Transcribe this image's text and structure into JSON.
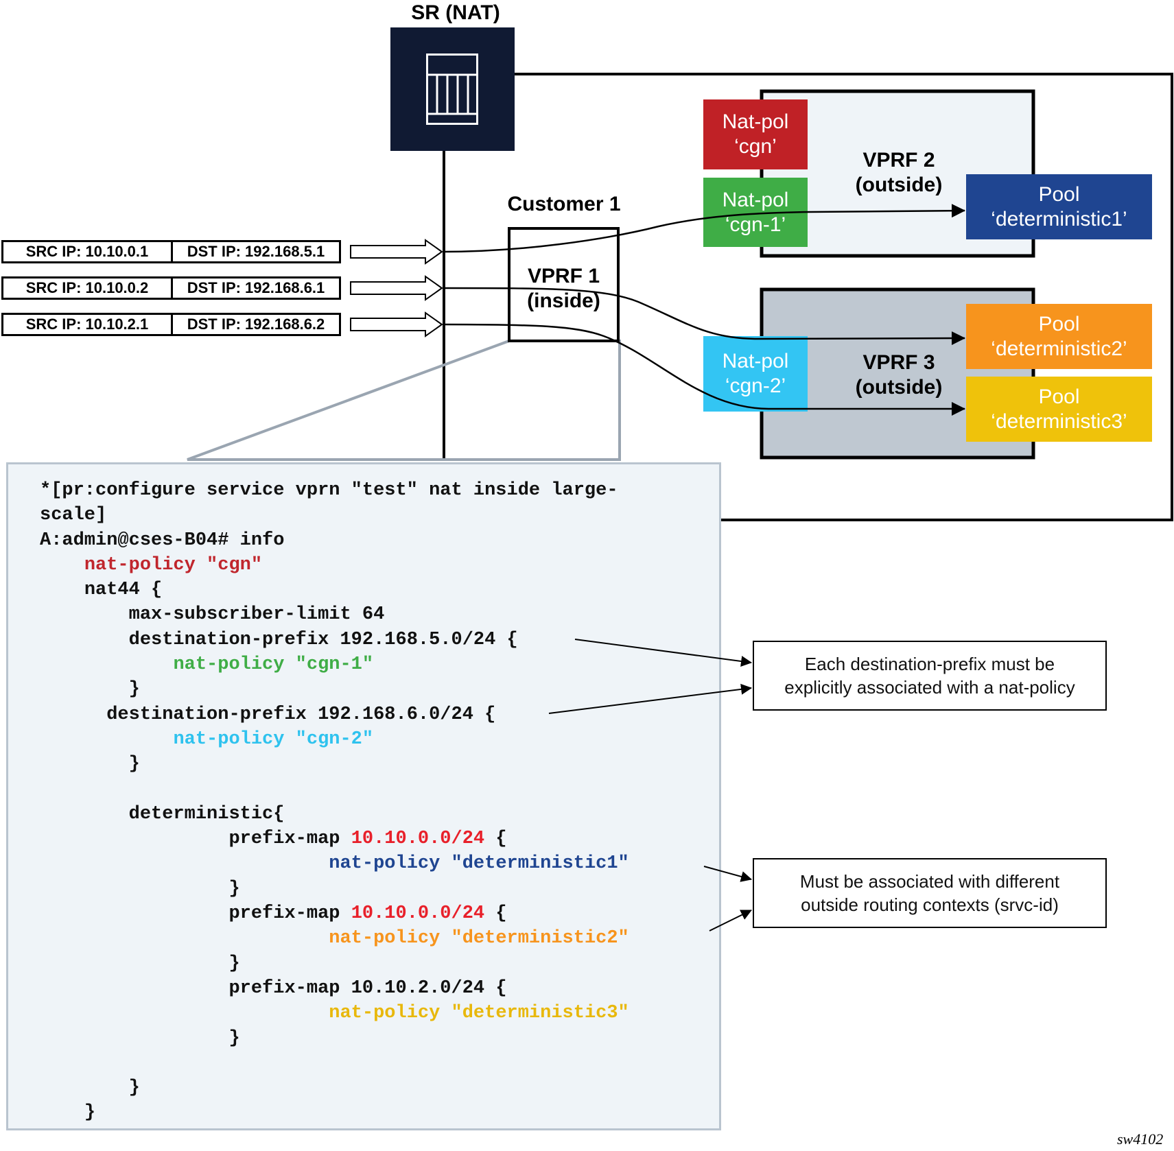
{
  "router": {
    "title": "SR (NAT)",
    "icon": "router-chassis-icon"
  },
  "customer": {
    "title": "Customer 1",
    "vprf_name": "VPRF 1",
    "vprf_role": "(inside)"
  },
  "flows": [
    {
      "src": "SRC IP: 10.10.0.1",
      "dst": "DST IP: 192.168.5.1",
      "target": "Pool 'deterministic1'"
    },
    {
      "src": "SRC IP: 10.10.0.2",
      "dst": "DST IP: 192.168.6.1",
      "target": "Pool 'deterministic2'"
    },
    {
      "src": "SRC IP: 10.10.2.1",
      "dst": "DST IP: 192.168.6.2",
      "target": "Pool 'deterministic3'"
    }
  ],
  "vprf2": {
    "name": "VPRF 2",
    "role": "(outside)",
    "natpols": [
      {
        "line1": "Nat-pol",
        "line2": "‘cgn’",
        "color": "#c02126"
      },
      {
        "line1": "Nat-pol",
        "line2": "‘cgn-1’",
        "color": "#3fad46"
      }
    ],
    "pools": [
      {
        "line1": "Pool",
        "line2": "‘deterministic1’",
        "color": "#1f4591"
      }
    ]
  },
  "vprf3": {
    "name": "VPRF 3",
    "role": "(outside)",
    "natpols": [
      {
        "line1": "Nat-pol",
        "line2": "‘cgn-2’",
        "color": "#33c5f3"
      }
    ],
    "pools": [
      {
        "line1": "Pool",
        "line2": "‘deterministic2’",
        "color": "#f7941d"
      },
      {
        "line1": "Pool",
        "line2": "‘deterministic3’",
        "color": "#efc20b"
      }
    ]
  },
  "code": {
    "lines": [
      {
        "indent": "",
        "segments": [
          {
            "text": "*[pr:configure service vprn \"test\" nat inside large-",
            "color": "default"
          }
        ]
      },
      {
        "indent": "",
        "segments": [
          {
            "text": "scale]",
            "color": "default"
          }
        ]
      },
      {
        "indent": "",
        "segments": [
          {
            "text": "A:admin@cses-B04# info",
            "color": "default"
          }
        ]
      },
      {
        "indent": "    ",
        "segments": [
          {
            "text": "nat-policy \"cgn\"",
            "color": "red"
          }
        ]
      },
      {
        "indent": "    ",
        "segments": [
          {
            "text": "nat44 {",
            "color": "default"
          }
        ]
      },
      {
        "indent": "        ",
        "segments": [
          {
            "text": "max-subscriber-limit 64",
            "color": "default"
          }
        ]
      },
      {
        "indent": "        ",
        "segments": [
          {
            "text": "destination-prefix 192.168.5.0/24 {",
            "color": "default"
          }
        ]
      },
      {
        "indent": "            ",
        "segments": [
          {
            "text": "nat-policy \"cgn-1\"",
            "color": "green"
          }
        ]
      },
      {
        "indent": "        ",
        "segments": [
          {
            "text": "}",
            "color": "default"
          }
        ]
      },
      {
        "indent": "      ",
        "segments": [
          {
            "text": "destination-prefix 192.168.6.0/24 {",
            "color": "default"
          }
        ]
      },
      {
        "indent": "            ",
        "segments": [
          {
            "text": "nat-policy \"cgn-2\"",
            "color": "cyan"
          }
        ]
      },
      {
        "indent": "        ",
        "segments": [
          {
            "text": "}",
            "color": "default"
          }
        ]
      },
      {
        "indent": "",
        "segments": [
          {
            "text": "",
            "color": "default"
          }
        ]
      },
      {
        "indent": "        ",
        "segments": [
          {
            "text": "deterministic{",
            "color": "default"
          }
        ]
      },
      {
        "indent": "                 ",
        "segments": [
          {
            "text": "prefix-map ",
            "color": "default"
          },
          {
            "text": "10.10.0.0/24",
            "color": "ip"
          },
          {
            "text": " {",
            "color": "default"
          }
        ]
      },
      {
        "indent": "                          ",
        "segments": [
          {
            "text": "nat-policy \"deterministic1\"",
            "color": "navy"
          }
        ]
      },
      {
        "indent": "                 ",
        "segments": [
          {
            "text": "}",
            "color": "default"
          }
        ]
      },
      {
        "indent": "                 ",
        "segments": [
          {
            "text": "prefix-map ",
            "color": "default"
          },
          {
            "text": "10.10.0.0/24",
            "color": "ip"
          },
          {
            "text": " {",
            "color": "default"
          }
        ]
      },
      {
        "indent": "                          ",
        "segments": [
          {
            "text": "nat-policy \"deterministic2\"",
            "color": "orange"
          }
        ]
      },
      {
        "indent": "                 ",
        "segments": [
          {
            "text": "}",
            "color": "default"
          }
        ]
      },
      {
        "indent": "                 ",
        "segments": [
          {
            "text": "prefix-map 10.10.2.0/24 {",
            "color": "default"
          }
        ]
      },
      {
        "indent": "                          ",
        "segments": [
          {
            "text": "nat-policy \"deterministic3\"",
            "color": "yellow"
          }
        ]
      },
      {
        "indent": "                 ",
        "segments": [
          {
            "text": "}",
            "color": "default"
          }
        ]
      },
      {
        "indent": "",
        "segments": [
          {
            "text": "",
            "color": "default"
          }
        ]
      },
      {
        "indent": "        ",
        "segments": [
          {
            "text": "}",
            "color": "default"
          }
        ]
      },
      {
        "indent": "    ",
        "segments": [
          {
            "text": "}",
            "color": "default"
          }
        ]
      }
    ]
  },
  "callouts": [
    {
      "line1": "Each destination-prefix must be",
      "line2": "explicitly associated with a nat-policy"
    },
    {
      "line1": "Must be associated with different",
      "line2": "outside routing contexts (srvc-id)"
    }
  ],
  "figure_id": "sw4102"
}
